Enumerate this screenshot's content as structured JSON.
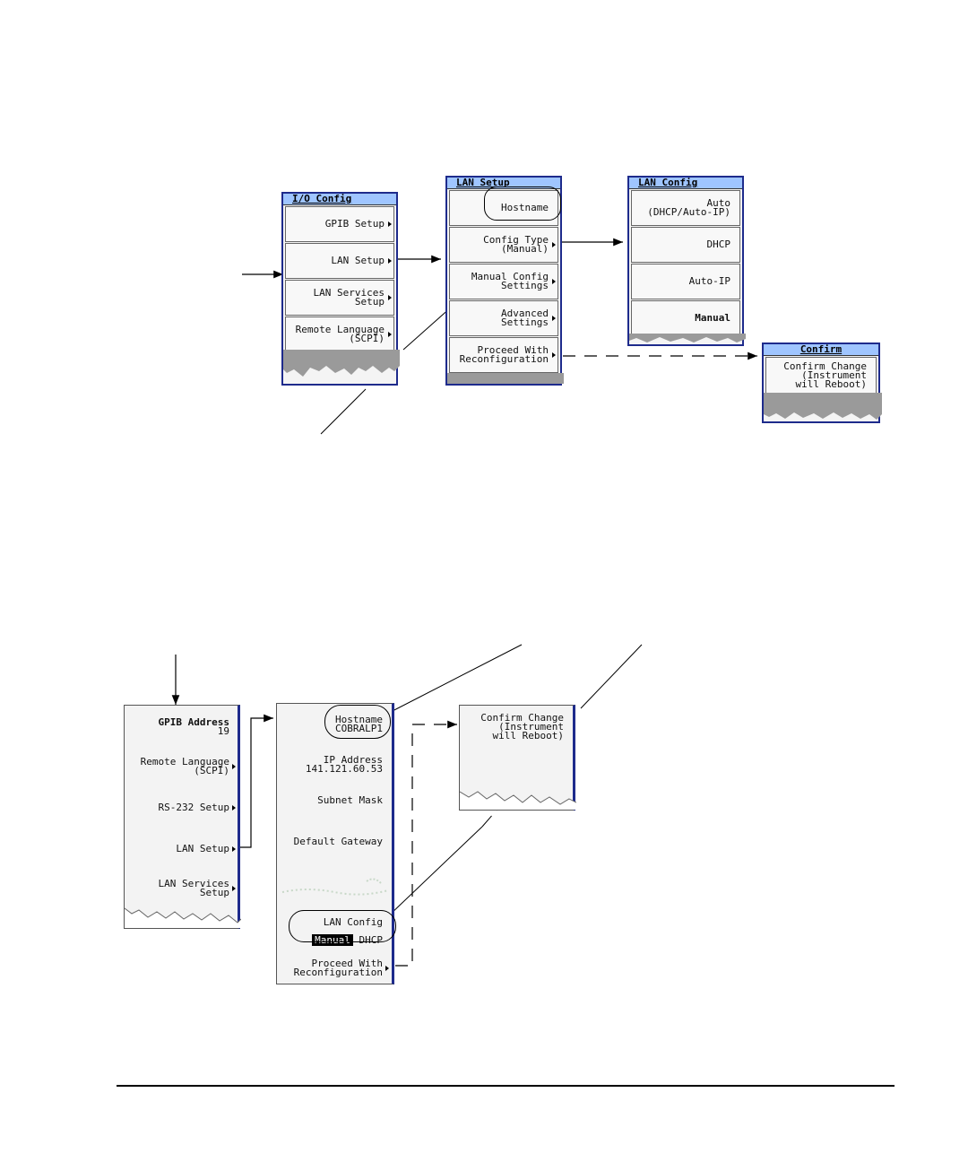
{
  "top_diagram": {
    "io_config": {
      "title": "I/O Config",
      "keys": [
        {
          "label": "GPIB Setup"
        },
        {
          "label": "LAN Setup"
        },
        {
          "label": "LAN Services\nSetup"
        },
        {
          "label": "Remote Language\n(SCPI)"
        }
      ]
    },
    "lan_setup": {
      "title": "LAN Setup",
      "keys": [
        {
          "label": "Hostname"
        },
        {
          "label": "Config Type\n(Manual)"
        },
        {
          "label": "Manual Config\nSettings"
        },
        {
          "label": "Advanced\nSettings"
        },
        {
          "label": "Proceed With\nReconfiguration"
        }
      ]
    },
    "lan_config": {
      "title": "LAN Config",
      "keys": [
        {
          "label": "Auto\n(DHCP/Auto-IP)"
        },
        {
          "label": "DHCP"
        },
        {
          "label": "Auto-IP"
        },
        {
          "label": "Manual"
        }
      ]
    },
    "confirm": {
      "title": "Confirm",
      "key": "Confirm Change\n(Instrument\nwill Reboot)"
    }
  },
  "bottom_diagram": {
    "io_menu": {
      "gpib_address_label": "GPIB Address",
      "gpib_address_value": "19",
      "remote_language": "Remote Language\n(SCPI)",
      "rs232_setup": "RS-232 Setup",
      "lan_setup": "LAN Setup",
      "lan_services_setup": "LAN Services\nSetup"
    },
    "lan_menu": {
      "hostname_label": "Hostname",
      "hostname_value": "COBRALP1",
      "ip_address_label": "IP Address",
      "ip_address_value": "141.121.60.53",
      "subnet_mask": "Subnet Mask",
      "default_gateway": "Default Gateway",
      "lan_config_label": "LAN Config",
      "lan_config_selected": "Manual",
      "lan_config_other": "DHCP",
      "proceed": "Proceed With\nReconfiguration"
    },
    "confirm": {
      "key": "Confirm Change\n(Instrument\nwill Reboot)"
    }
  }
}
